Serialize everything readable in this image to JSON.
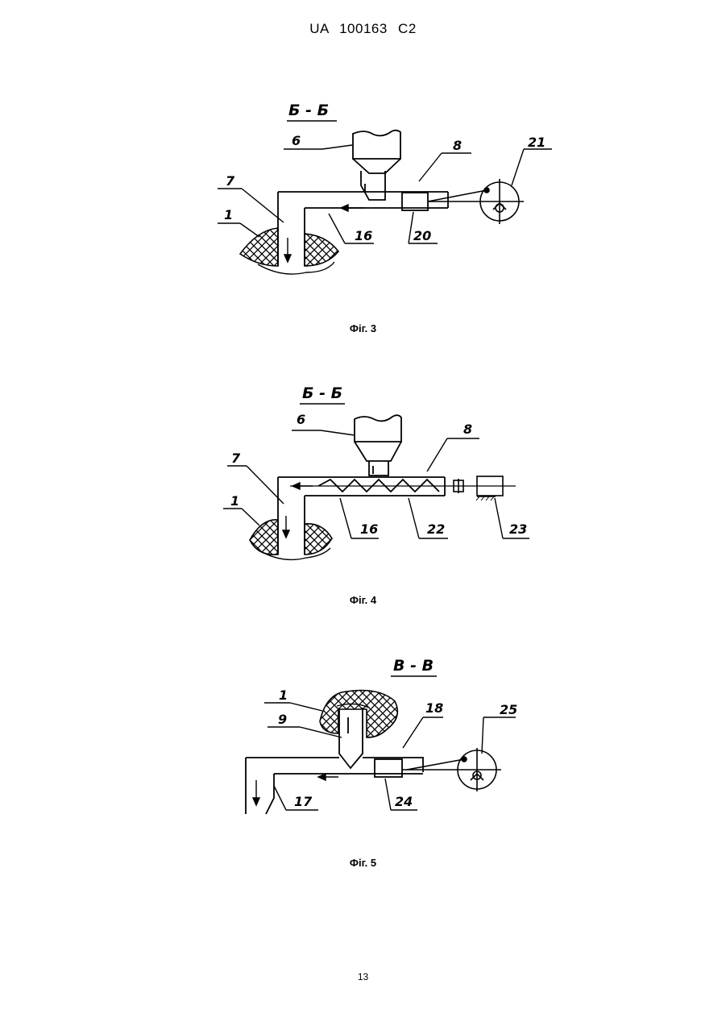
{
  "header": {
    "doc_id": "UA   100163   C2"
  },
  "figures": [
    {
      "section": "Б - Б",
      "caption": "Фіг. 3",
      "labels": {
        "l6": "6",
        "l8": "8",
        "l21": "21",
        "l7": "7",
        "l1": "1",
        "l16": "16",
        "l20": "20"
      }
    },
    {
      "section": "Б - Б",
      "caption": "Фіг. 4",
      "labels": {
        "l6": "6",
        "l8": "8",
        "l7": "7",
        "l1": "1",
        "l16": "16",
        "l22": "22",
        "l23": "23"
      }
    },
    {
      "section": "В - В",
      "caption": "Фіг. 5",
      "labels": {
        "l1": "1",
        "l18": "18",
        "l25": "25",
        "l9": "9",
        "l17": "17",
        "l24": "24"
      }
    }
  ],
  "page_number": "13"
}
